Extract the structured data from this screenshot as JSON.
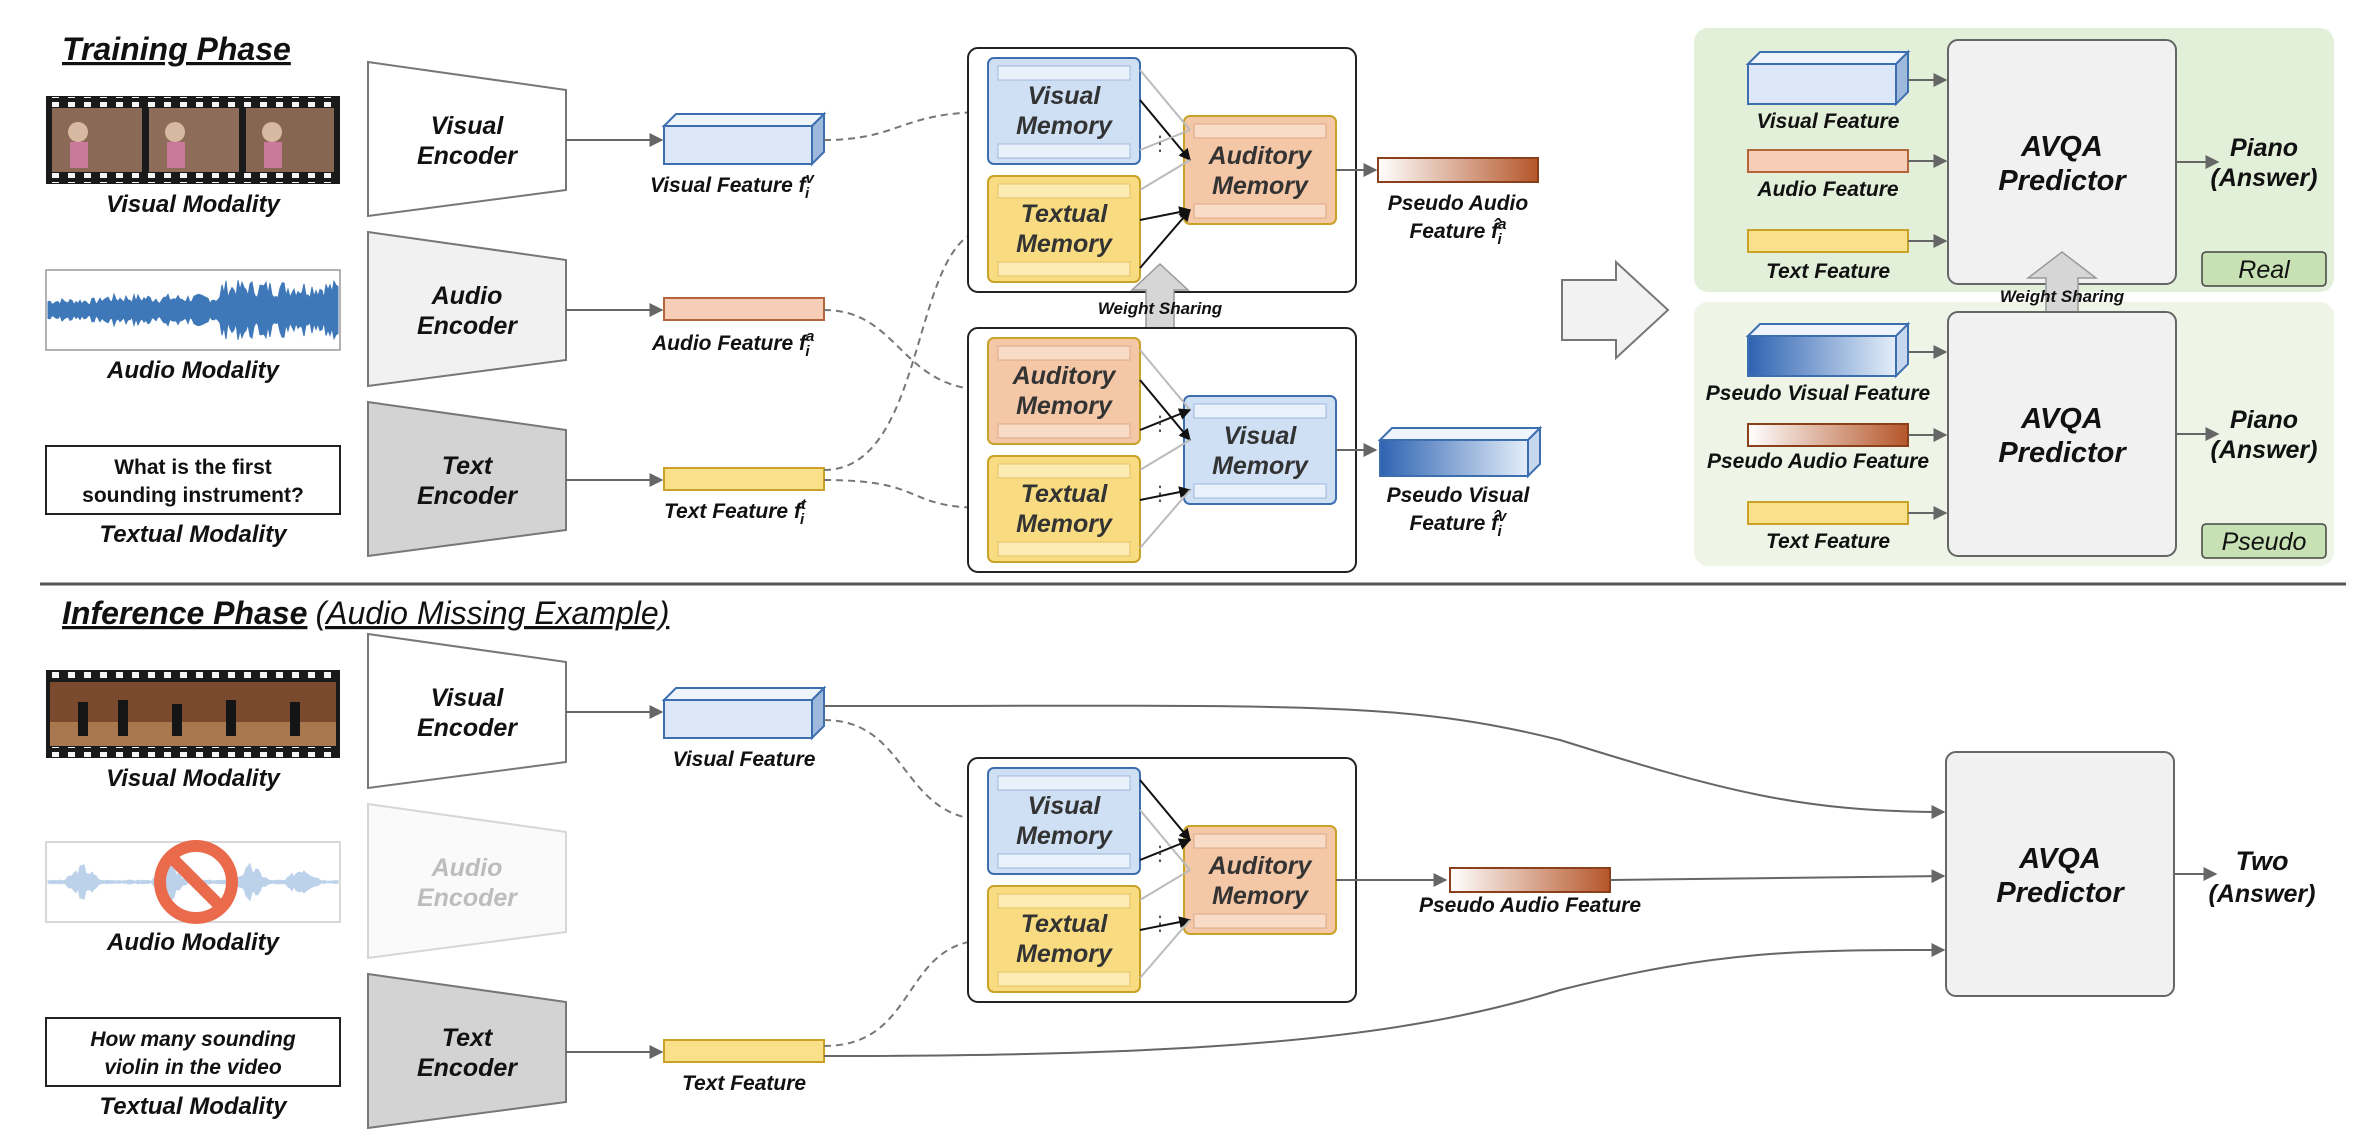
{
  "training": {
    "title": "Training Phase",
    "visual_modality": "Visual Modality",
    "audio_modality": "Audio Modality",
    "question": [
      "What is the first",
      "sounding instrument?"
    ],
    "textual_modality": "Textual Modality",
    "visual_encoder": [
      "Visual",
      "Encoder"
    ],
    "audio_encoder": [
      "Audio",
      "Encoder"
    ],
    "text_encoder": [
      "Text",
      "Encoder"
    ],
    "visual_feature": "Visual Feature",
    "audio_feature": "Audio Feature",
    "text_feature": "Text Feature",
    "sym_fv": "f",
    "sup_v": "v",
    "sup_a": "a",
    "sup_t": "t",
    "sub_i": "i",
    "visual_memory": [
      "Visual",
      "Memory"
    ],
    "textual_memory": [
      "Textual",
      "Memory"
    ],
    "auditory_memory": [
      "Auditory",
      "Memory"
    ],
    "weight_sharing": "Weight Sharing",
    "pseudo_audio_feature": [
      "Pseudo Audio",
      "Feature"
    ],
    "pseudo_visual_feature": [
      "Pseudo Visual",
      "Feature"
    ],
    "sym_fhat": "f̂"
  },
  "predictors": {
    "visual_feature": "Visual Feature",
    "audio_feature": "Audio Feature",
    "text_feature": "Text Feature",
    "pseudo_visual_feature": "Pseudo Visual Feature",
    "pseudo_audio_feature": "Pseudo Audio Feature",
    "predictor": [
      "AVQA",
      "Predictor"
    ],
    "answer": [
      "Piano",
      "(Answer)"
    ],
    "real": "Real",
    "pseudo": "Pseudo",
    "weight_sharing": "Weight Sharing"
  },
  "inference": {
    "title": "Inference Phase",
    "subtitle": "(Audio Missing Example)",
    "visual_modality": "Visual Modality",
    "audio_modality": "Audio Modality",
    "question": [
      "How many sounding",
      "violin in the video"
    ],
    "textual_modality": "Textual Modality",
    "visual_encoder": [
      "Visual",
      "Encoder"
    ],
    "audio_encoder": [
      "Audio",
      "Encoder"
    ],
    "text_encoder": [
      "Text",
      "Encoder"
    ],
    "visual_feature": "Visual Feature",
    "text_feature": "Text Feature",
    "pseudo_audio_feature": "Pseudo Audio Feature",
    "visual_memory": [
      "Visual",
      "Memory"
    ],
    "textual_memory": [
      "Textual",
      "Memory"
    ],
    "auditory_memory": [
      "Auditory",
      "Memory"
    ],
    "predictor": [
      "AVQA",
      "Predictor"
    ],
    "answer": [
      "Two",
      "(Answer)"
    ]
  },
  "colors": {
    "visual_fill": "#dce8f7",
    "visual_stroke": "#3d6fb0",
    "audio_fill": "#f6cdb6",
    "audio_stroke": "#b5653a",
    "text_fill": "#fbe08c",
    "text_stroke": "#c9a227",
    "memory_visual_bg": "#cfe0f5",
    "memory_text_bg": "#f9dc82",
    "memory_audio_bg": "#f4c7a6",
    "panel_green": "#e3f0d9",
    "panel_green_light": "#eef5e6",
    "tag_green": "#c7e0b4"
  }
}
